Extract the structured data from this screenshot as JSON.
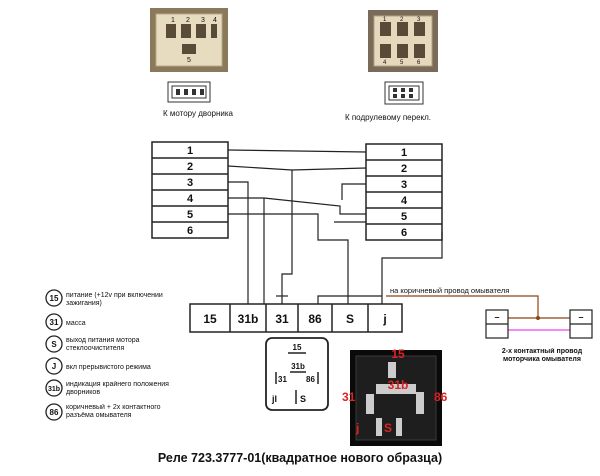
{
  "photos": {
    "motor_connector": {
      "pins": [
        "1",
        "2",
        "3",
        "4",
        "5"
      ],
      "caption": "К мотору дворника"
    },
    "steering_connector": {
      "pins": [
        "1",
        "2",
        "3",
        "4",
        "5",
        "6"
      ],
      "caption": "К подрулевому перекл."
    }
  },
  "left_block": {
    "rows": [
      "1",
      "2",
      "3",
      "4",
      "5",
      "6"
    ]
  },
  "right_block": {
    "rows": [
      "1",
      "2",
      "3",
      "4",
      "5",
      "6"
    ]
  },
  "relay_strip": {
    "terminals": [
      "15",
      "31b",
      "31",
      "86",
      "S",
      "j"
    ]
  },
  "washer_wire_note": "на коричневый провод омывателя",
  "legend": [
    {
      "symbol": "15",
      "text": "питание (+12v при включении зажигания)"
    },
    {
      "symbol": "31",
      "text": "масса"
    },
    {
      "symbol": "S",
      "text": "выход питания мотора стеклоочистителя"
    },
    {
      "symbol": "J",
      "text": "вкл прерывистого режима"
    },
    {
      "symbol": "31b",
      "text": "индикация крайнего положения дворников"
    },
    {
      "symbol": "86",
      "text": "коричневый + 2х контактного разъёма омывателя"
    }
  ],
  "relay_top_view": {
    "labels": [
      "15",
      "31b",
      "31",
      "86",
      "jl",
      "S"
    ]
  },
  "relay_photo": {
    "labels": [
      "15",
      "31b",
      "31",
      "86",
      "j",
      "S"
    ]
  },
  "washer_connector": {
    "caption": "2-х контактный провод моторчика омывателя",
    "minus_sign": "–"
  },
  "footer_title": "Реле 723.3777-01(квадратное нового образца)",
  "colors": {
    "wire": "#222222",
    "washer_line_top": "#8B4513",
    "washer_line_bottom": "#ee44ee",
    "photo_label_red": "#dd2222"
  }
}
